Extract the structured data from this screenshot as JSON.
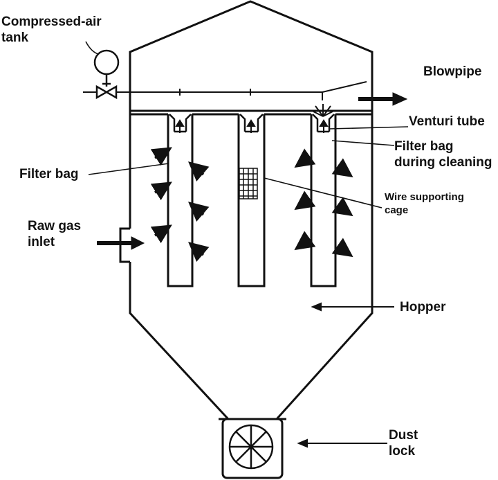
{
  "diagram": {
    "labels": {
      "compressed_air_tank": [
        "Compressed-air",
        "tank"
      ],
      "blowpipe": "Blowpipe",
      "venturi_tube": "Venturi tube",
      "filter_bag_cleaning": [
        "Filter bag",
        "during cleaning"
      ],
      "filter_bag": "Filter bag",
      "wire_cage": [
        "Wire supporting",
        "cage"
      ],
      "raw_gas_inlet": [
        "Raw gas",
        "inlet"
      ],
      "hopper": "Hopper",
      "dust_lock": [
        "Dust",
        "lock"
      ]
    },
    "colors": {
      "ink": "#111111",
      "background": "#ffffff"
    }
  }
}
